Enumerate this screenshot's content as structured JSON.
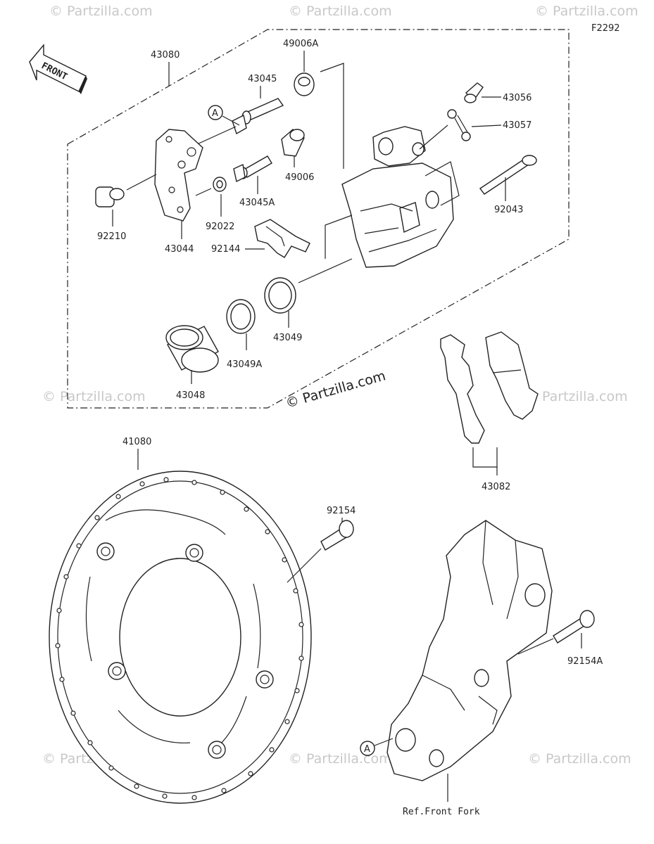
{
  "diagram": {
    "figure_code": "F2292",
    "front_label": "FRONT",
    "ref_label": "Ref.Front Fork",
    "callout_a": "A",
    "center_watermark": "© Partzilla.com",
    "watermark_text": "© Partzilla.com",
    "parts": {
      "p43080": "43080",
      "p49006A": "49006A",
      "p43045": "43045",
      "p43056": "43056",
      "p43057": "43057",
      "p49006": "49006",
      "p43045A": "43045A",
      "p92043": "92043",
      "p92210": "92210",
      "p92022": "92022",
      "p43044": "43044",
      "p92144": "92144",
      "p43049": "43049",
      "p43049A": "43049A",
      "p43048": "43048",
      "p43082": "43082",
      "p41080": "41080",
      "p92154": "92154",
      "p92154A": "92154A"
    }
  }
}
